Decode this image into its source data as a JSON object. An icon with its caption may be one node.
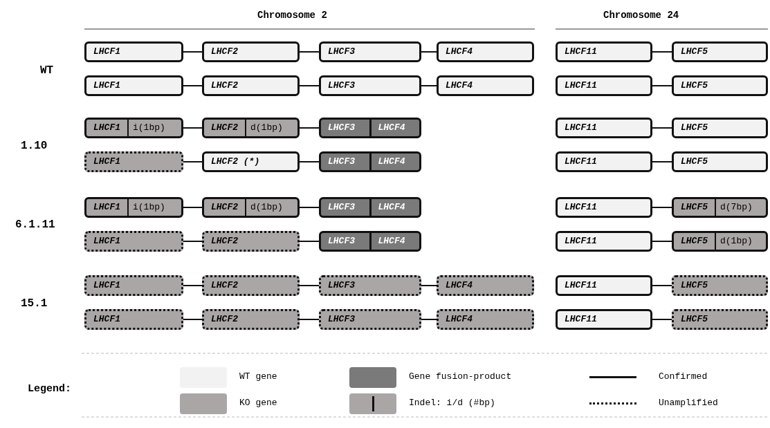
{
  "diagram": {
    "nodes": [
      {
        "text": [
          "LHCF1"
        ]
      },
      {
        "text": [
          "LHCF2"
        ]
      },
      {
        "text": [
          "LHCF3"
        ]
      },
      {
        "text": [
          "LHCF4"
        ]
      },
      {
        "text": [
          "LHCF11"
        ]
      },
      {
        "text": [
          "LHCF5"
        ]
      },
      {
        "text": [
          "LHCF1"
        ]
      },
      {
        "text": [
          "LHCF2"
        ]
      },
      {
        "text": [
          "LHCF3"
        ]
      },
      {
        "text": [
          "LHCF4"
        ]
      },
      {
        "text": [
          "LHCF11"
        ]
      },
      {
        "text": [
          "LHCF5"
        ]
      },
      {
        "text": [
          "LHCF1",
          "i(1bp)"
        ]
      },
      {
        "text": [
          "LHCF2",
          "d(1bp)"
        ]
      },
      {
        "text": [
          "LHCF3",
          "LHCF4"
        ]
      },
      {
        "text": [
          "LHCF11"
        ]
      },
      {
        "text": [
          "LHCF5"
        ]
      },
      {
        "text": [
          "LHCF1"
        ]
      },
      {
        "text": [
          "LHCF2 (*)"
        ]
      },
      {
        "text": [
          "LHCF3",
          "LHCF4"
        ]
      },
      {
        "text": [
          "LHCF11"
        ]
      },
      {
        "text": [
          "LHCF5"
        ]
      },
      {
        "text": [
          "LHCF1",
          "i(1bp)"
        ]
      },
      {
        "text": [
          "LHCF2",
          "d(1bp)"
        ]
      },
      {
        "text": [
          "LHCF3",
          "LHCF4"
        ]
      },
      {
        "text": [
          "LHCF11"
        ]
      },
      {
        "text": [
          "LHCF5",
          "d(7bp)"
        ]
      },
      {
        "text": [
          "LHCF1"
        ]
      },
      {
        "text": [
          "LHCF2"
        ]
      },
      {
        "text": [
          "LHCF3",
          "LHCF4"
        ]
      },
      {
        "text": [
          "LHCF11"
        ]
      },
      {
        "text": [
          "LHCF5",
          "d(1bp)"
        ]
      },
      {
        "text": [
          "LHCF1"
        ]
      },
      {
        "text": [
          "LHCF2"
        ]
      },
      {
        "text": [
          "LHCF3"
        ]
      },
      {
        "text": [
          "LHCF4"
        ]
      },
      {
        "text": [
          "LHCF11"
        ]
      },
      {
        "text": [
          "LHCF5"
        ]
      },
      {
        "text": [
          "LHCF1"
        ]
      },
      {
        "text": [
          "LHCF2"
        ]
      },
      {
        "text": [
          "LHCF3"
        ]
      },
      {
        "text": [
          "LHCF4"
        ]
      },
      {
        "text": [
          "LHCF11"
        ]
      },
      {
        "text": [
          "LHCF5"
        ]
      }
    ],
    "edges": [
      {
        "from": 0,
        "to": 1,
        "arrow": "none"
      },
      {
        "from": 1,
        "to": 2,
        "arrow": "none"
      },
      {
        "from": 2,
        "to": 3,
        "arrow": "none"
      },
      {
        "from": 4,
        "to": 5,
        "arrow": "none"
      },
      {
        "from": 6,
        "to": 7,
        "arrow": "none"
      },
      {
        "from": 7,
        "to": 8,
        "arrow": "none"
      },
      {
        "from": 8,
        "to": 9,
        "arrow": "none"
      },
      {
        "from": 10,
        "to": 11,
        "arrow": "none"
      },
      {
        "from": 12,
        "to": 13,
        "arrow": "none"
      },
      {
        "from": 13,
        "to": 14,
        "arrow": "none"
      },
      {
        "from": 15,
        "to": 16,
        "arrow": "none"
      },
      {
        "from": 17,
        "to": 18,
        "arrow": "none"
      },
      {
        "from": 18,
        "to": 19,
        "arrow": "none"
      },
      {
        "from": 20,
        "to": 21,
        "arrow": "none"
      },
      {
        "from": 22,
        "to": 23,
        "arrow": "none"
      },
      {
        "from": 23,
        "to": 24,
        "arrow": "none"
      },
      {
        "from": 25,
        "to": 26,
        "arrow": "none"
      },
      {
        "from": 27,
        "to": 28,
        "arrow": "none"
      },
      {
        "from": 28,
        "to": 29,
        "arrow": "none"
      },
      {
        "from": 30,
        "to": 31,
        "arrow": "none"
      },
      {
        "from": 32,
        "to": 33,
        "arrow": "none"
      },
      {
        "from": 33,
        "to": 34,
        "arrow": "none"
      },
      {
        "from": 34,
        "to": 35,
        "arrow": "none"
      },
      {
        "from": 36,
        "to": 37,
        "arrow": "none"
      },
      {
        "from": 38,
        "to": 39,
        "arrow": "none"
      },
      {
        "from": 39,
        "to": 40,
        "arrow": "none"
      },
      {
        "from": 40,
        "to": 41,
        "arrow": "none"
      },
      {
        "from": 42,
        "to": 43,
        "arrow": "none"
      }
    ],
    "labels": [
      "Chromosome 2",
      "Chromosome 24",
      "WT",
      "1.10",
      "6.1.11",
      "15.1",
      "Legend:"
    ],
    "legend": [
      {
        "text": "WT gene",
        "color": "#f2f2f2"
      },
      {
        "text": "KO gene",
        "color": "#aaa6a5"
      },
      {
        "text": "Gene fusion-product",
        "color": "#7a7a7a"
      },
      {
        "text": "Indel: i/d (#bp)"
      },
      {
        "text": "Confirmed"
      },
      {
        "text": "Unamplified"
      }
    ]
  }
}
